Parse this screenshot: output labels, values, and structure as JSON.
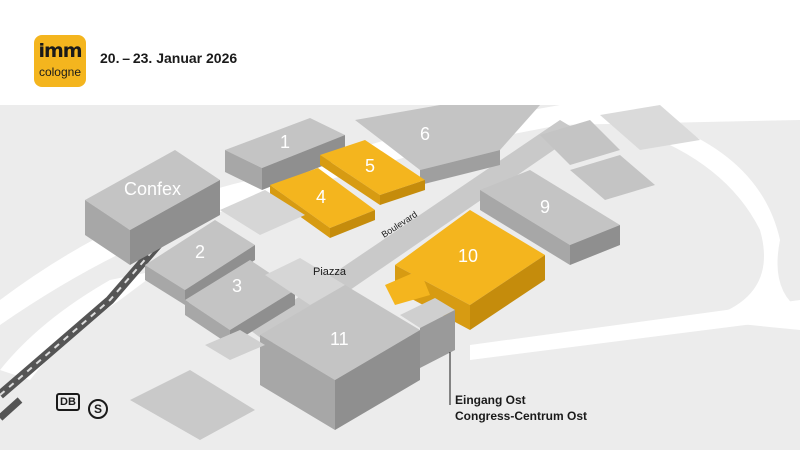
{
  "header": {
    "logo_brand": "imm",
    "logo_sub": "cologne",
    "date": "20. – 23. Januar 2026"
  },
  "map": {
    "halls": {
      "h1": "1",
      "h2": "2",
      "h3": "3",
      "h4": "4",
      "h5": "5",
      "h6": "6",
      "h9": "9",
      "h10": "10",
      "h11": "11",
      "confex": "Confex"
    },
    "labels": {
      "piazza": "Piazza",
      "boulevard": "Boulevard"
    },
    "entrance": {
      "line1": "Eingang Ost",
      "line2": "Congress-Centrum Ost"
    },
    "transit": {
      "db": "DB",
      "sbahn": "S"
    },
    "colors": {
      "highlight_hall": "#f4b51e",
      "hall": "#b7b7b7",
      "background": "#ececec"
    }
  }
}
